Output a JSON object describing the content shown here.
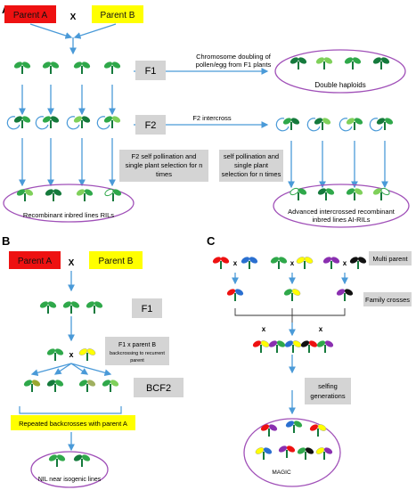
{
  "panel_a": {
    "letter": "A",
    "parent_a": "Parent A",
    "cross_symbol": "X",
    "parent_b": "Parent B",
    "f1": "F1",
    "f2": "F2",
    "doubling_line1": "Chromosome doubling of",
    "doubling_line2": "pollen/egg from F1 plants",
    "double_haploids": "Double haploids",
    "intercross": "F2 intercross",
    "selfing_box_line1": "F2 self pollination and",
    "selfing_box_line2": "single plant selection for n",
    "selfing_box_line3": "times",
    "selfing2_line1": "self pollination and",
    "selfing2_line2": "single plant",
    "selfing2_line3": "selection for n times",
    "rils": "Recombinant inbred lines RILs",
    "airils_line1": "Advanced intercrossed recombinant",
    "airils_line2": "inbred lines AI-RILs"
  },
  "panel_b": {
    "letter": "B",
    "parent_a": "Parent A",
    "cross_symbol": "X",
    "parent_b": "Parent B",
    "f1": "F1",
    "cross_small": "x",
    "backcross_line1": "F1 x parent B",
    "backcross_line2": "backcrossing to recurrent",
    "backcross_line3": "parent",
    "bcf2": "BCF2",
    "repeated": "Repeated backcrosses with parent A",
    "nil": "NIL near isogenic lines"
  },
  "panel_c": {
    "letter": "C",
    "cross_small": "x",
    "multi_parent": "Multi parent",
    "family_crosses": "Family crosses",
    "selfing_line1": "selfing",
    "selfing_line2": "generations",
    "magic": "MAGIC"
  },
  "colors": {
    "red": "#ee1111",
    "yellow": "#ffff00",
    "arrow": "#4a9ad8",
    "oval": "#a050b8",
    "label_box": "#d4d4d4",
    "plant_green": "#2fa84a",
    "plant_light": "#7fd05a",
    "plant_dark": "#157a3c"
  }
}
